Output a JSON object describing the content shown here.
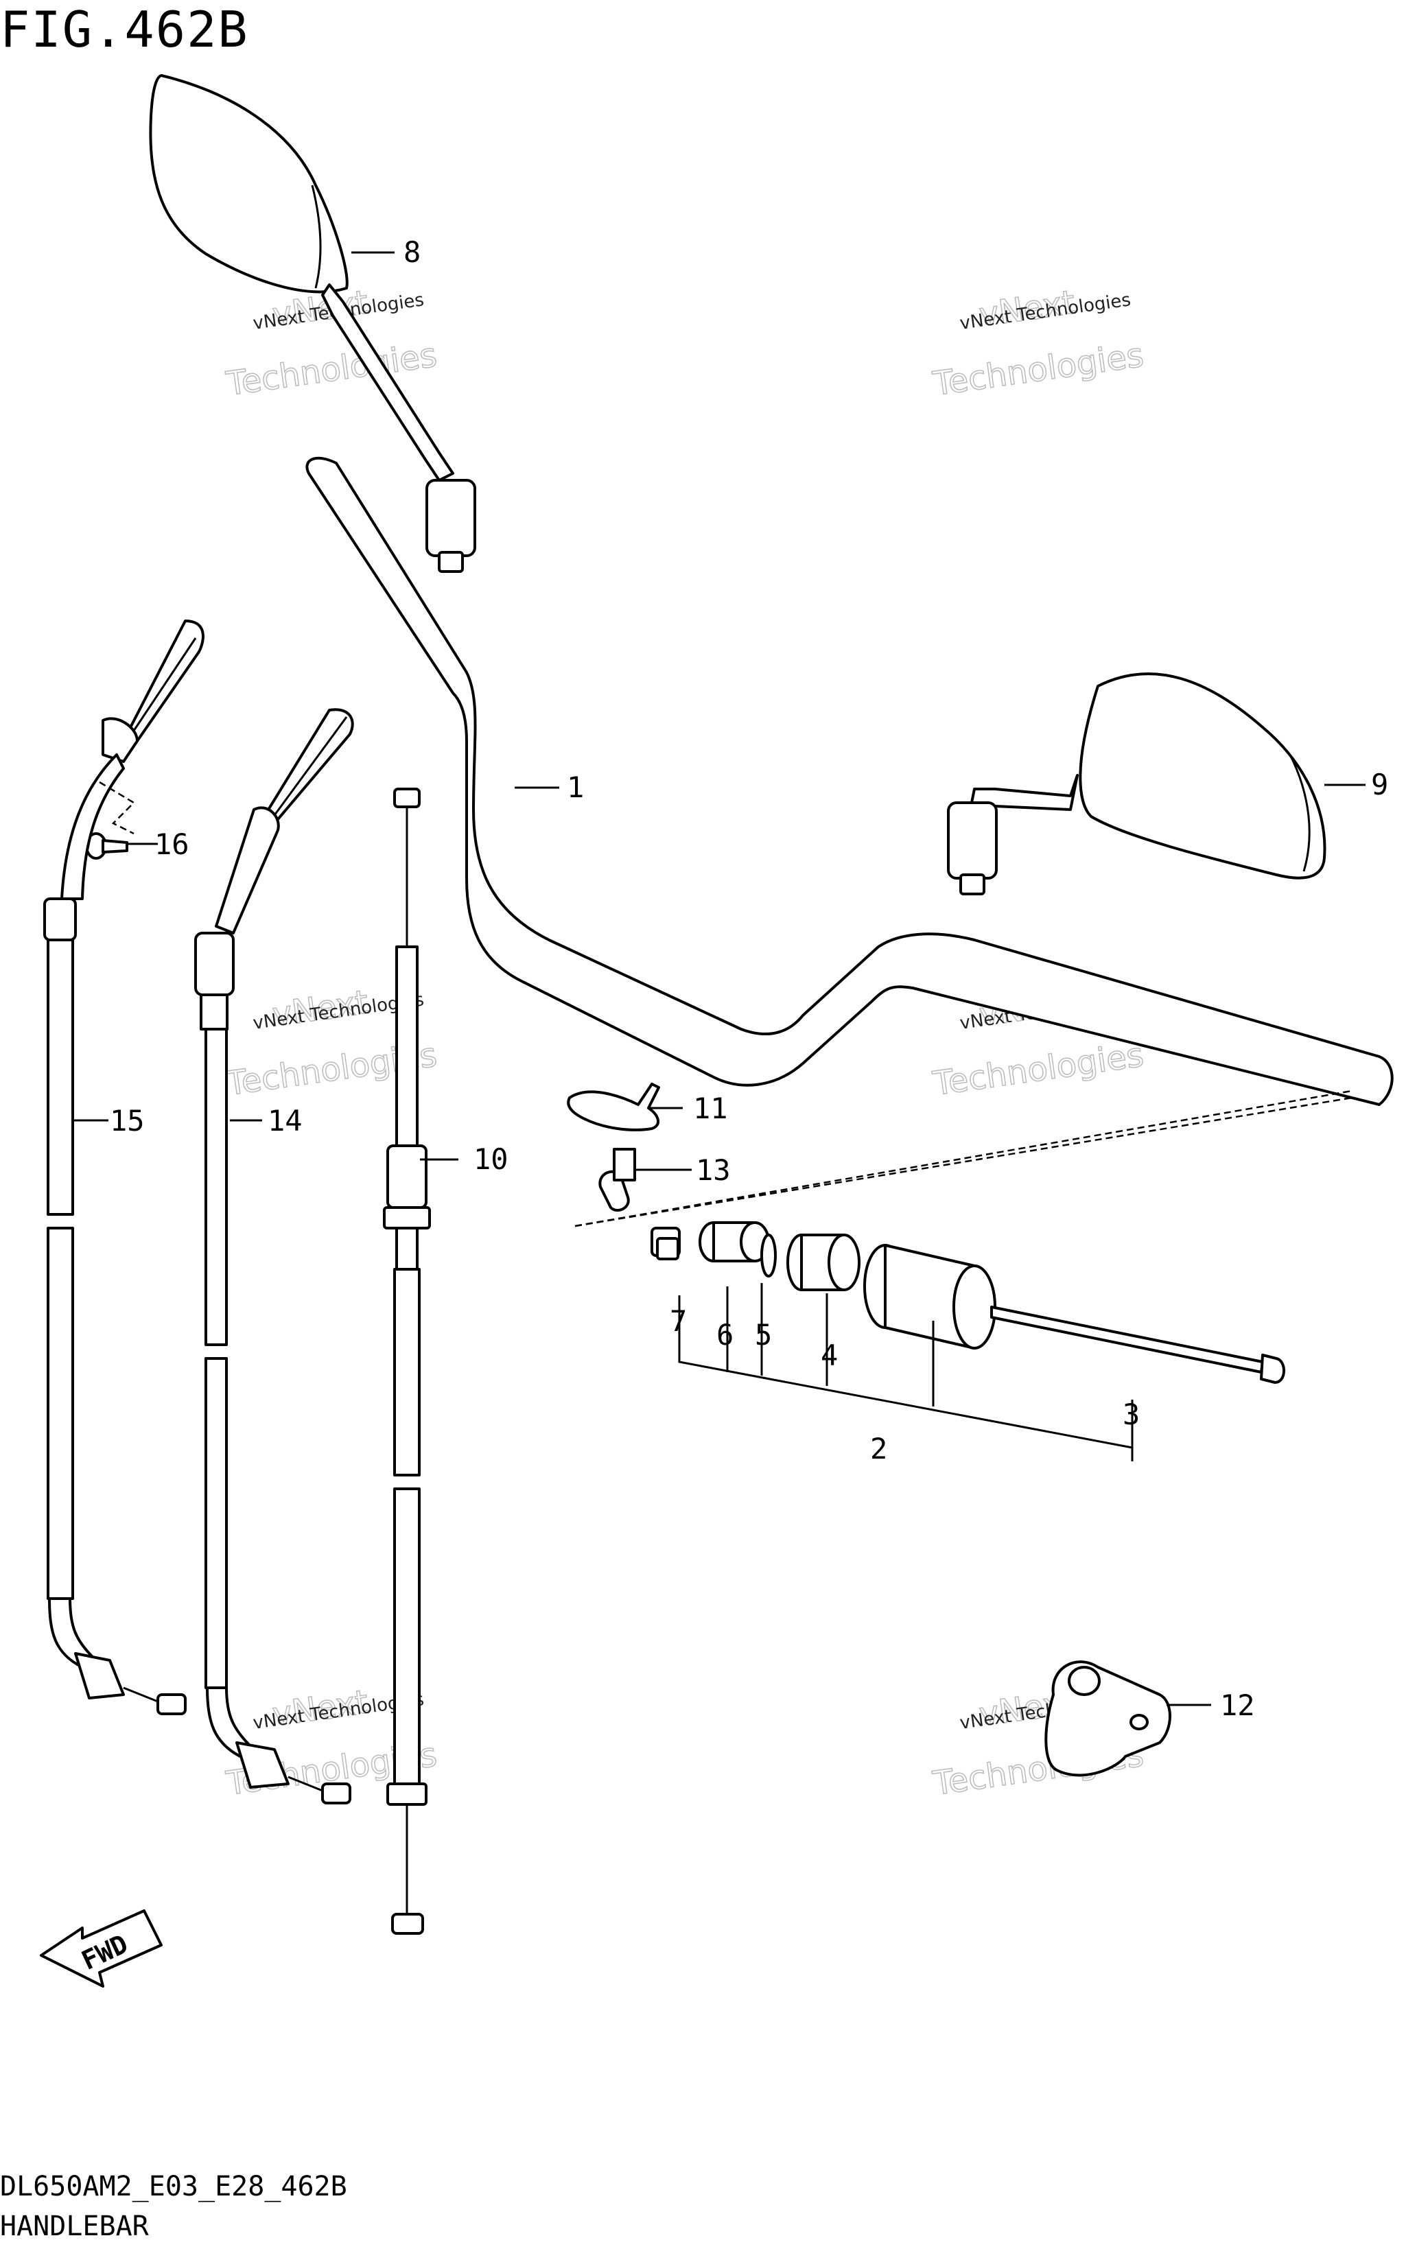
{
  "figure": {
    "title": "FIG.462B",
    "code": "DL650AM2_E03_E28_462B",
    "name": "HANDLEBAR"
  },
  "watermark": {
    "line1": "vNext Technologies",
    "line2": "vNext",
    "line3": "Technologies"
  },
  "fwd_label": "FWD",
  "callouts": [
    "1",
    "2",
    "3",
    "4",
    "5",
    "6",
    "7",
    "8",
    "9",
    "10",
    "11",
    "12",
    "13",
    "14",
    "15",
    "16"
  ]
}
